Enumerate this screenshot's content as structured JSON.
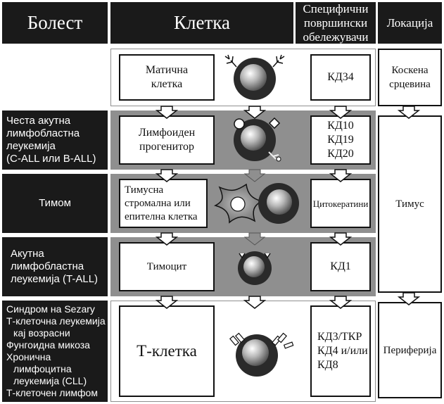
{
  "header": {
    "disease": "Болест",
    "cell": "Клетка",
    "markers_lines": [
      "Специфични",
      "површински",
      "обележувачи"
    ],
    "location": "Локација"
  },
  "rows": [
    {
      "disease_lines": [],
      "cell_lines": [
        "Матична",
        "клетка"
      ],
      "markers_lines": [
        "КД34"
      ]
    },
    {
      "disease_lines": [
        "Честа акутна",
        "лимфобластна",
        "леукемија",
        "(C-ALL или B-ALL)"
      ],
      "cell_lines": [
        "Лимфоиден",
        "прогенитор"
      ],
      "markers_lines": [
        "КД10",
        "КД19",
        "КД20"
      ]
    },
    {
      "disease_lines": [
        "Тимом"
      ],
      "cell_lines": [
        "Тимусна",
        "стромална или",
        "епителна клетка"
      ],
      "markers_lines": [
        "Цитокератини"
      ]
    },
    {
      "disease_lines": [
        "Акутна",
        "лимфобластна",
        "леукемија (T-ALL)"
      ],
      "cell_lines": [
        "Тимоцит"
      ],
      "markers_lines": [
        "КД1"
      ]
    },
    {
      "disease_lines": [
        "Синдром на Sezary",
        "Т-клеточна леукемија",
        "кај возрасни",
        "Фунгоидна микоза",
        "Хронична",
        "лимфоцитна",
        "леукемија (CLL)",
        "Т-клеточен лимфом"
      ],
      "cell_lines": [
        "Т-клетка"
      ],
      "markers_lines": [
        "КД3/ТКР",
        "КД4 и/или",
        "КД8"
      ]
    }
  ],
  "locations": {
    "bone_marrow_lines": [
      "Коскена",
      "срцевина"
    ],
    "thymus": "Тимус",
    "periphery": "Периферија"
  }
}
